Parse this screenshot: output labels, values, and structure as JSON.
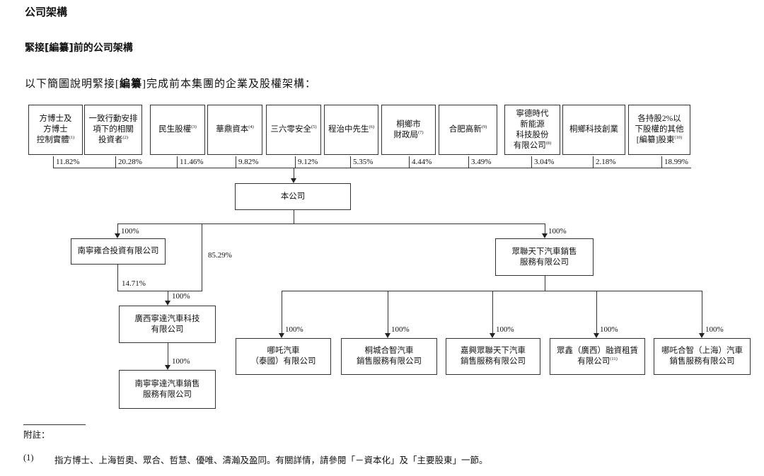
{
  "headings": {
    "section": "公司架構",
    "subsection": "緊接[編纂]前的公司架構"
  },
  "intro": {
    "before": "以下簡圖說明緊接[",
    "bold": "編纂",
    "after": "]完成前本集團的企業及股權架構："
  },
  "top_shareholders": [
    {
      "lines": [
        "方博士及",
        "方博士",
        "控制實體"
      ],
      "note": "(1)",
      "pct": "11.82%"
    },
    {
      "lines": [
        "一致行動安排",
        "項下的相關",
        "投資者"
      ],
      "note": "(2)",
      "pct": "20.28%"
    },
    {
      "lines": [
        "民生股權"
      ],
      "note": "(3)",
      "pct": "11.46%"
    },
    {
      "lines": [
        "華鼎資本"
      ],
      "note": "(4)",
      "pct": "9.82%"
    },
    {
      "lines": [
        "三六零安全"
      ],
      "note": "(5)",
      "pct": "9.12%"
    },
    {
      "lines": [
        "程治中先生"
      ],
      "note": "(6)",
      "pct": "5.35%"
    },
    {
      "lines": [
        "桐鄉市",
        "財政局"
      ],
      "note": "(7)",
      "pct": "4.44%"
    },
    {
      "lines": [
        "合肥高新"
      ],
      "note": "(9)",
      "pct": "3.49%"
    },
    {
      "lines": [
        "寧德時代",
        "新能源",
        "科技股份",
        "有限公司"
      ],
      "note": "(8)",
      "pct": "3.04%"
    },
    {
      "lines": [
        "桐鄉科技創業"
      ],
      "note": "",
      "pct": "2.18%"
    },
    {
      "lines": [
        "各持股2%以",
        "下股權的其他",
        "[編纂]股東"
      ],
      "note": "(10)",
      "pct": "18.99%"
    }
  ],
  "company": {
    "name": "本公司"
  },
  "left_branch": {
    "sub1": {
      "name": "南寧雍合投資有限公司",
      "pct": "100%"
    },
    "direct_pct": "85.29%",
    "sub1_pct_to_sub2": "14.71%",
    "sub2": {
      "lines": [
        "廣西寧達汽車科技",
        "有限公司"
      ],
      "pct": "100%"
    },
    "sub3": {
      "lines": [
        "南寧寧達汽車銷售",
        "服務有限公司"
      ],
      "pct": "100%"
    }
  },
  "right_branch": {
    "hub": {
      "lines": [
        "眾聯天下汽車銷售",
        "服務有限公司"
      ],
      "pct": "100%"
    },
    "children": [
      {
        "lines": [
          "哪吒汽車",
          "（泰國）有限公司"
        ],
        "note": "",
        "pct": "100%"
      },
      {
        "lines": [
          "桐城合智汽車",
          "銷售服務有限公司"
        ],
        "note": "",
        "pct": "100%"
      },
      {
        "lines": [
          "嘉興眾聯天下汽車",
          "銷售服務有限公司"
        ],
        "note": "",
        "pct": "100%"
      },
      {
        "lines": [
          "眾鑫（廣西）融資租賃",
          "有限公司"
        ],
        "note": "(11)",
        "pct": "100%"
      },
      {
        "lines": [
          "哪吒合智（上海）汽車",
          "銷售服務有限公司"
        ],
        "note": "",
        "pct": "100%"
      }
    ]
  },
  "notes": {
    "title": "附註：",
    "items": [
      {
        "num": "(1)",
        "text": "指方博士、上海哲奧、眾合、哲慧、優唯、濤瀚及盈同。有關詳情，請參閱「－資本化」及「主要股東」一節。"
      }
    ]
  }
}
